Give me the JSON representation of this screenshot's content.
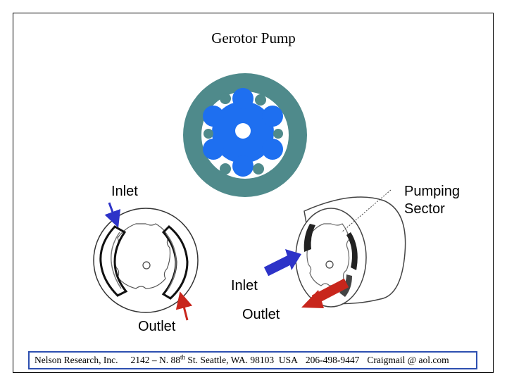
{
  "title": "Gerotor Pump",
  "labels": {
    "inlet_left": "Inlet",
    "outlet_left": "Outlet",
    "pumping_sector_line1": "Pumping",
    "pumping_sector_line2": "Sector",
    "inlet_right": "Inlet",
    "outlet_right": "Outlet"
  },
  "footer": {
    "company": "Nelson Research, Inc.",
    "address_prefix": "2142 – N. 88",
    "address_sup": "th",
    "address_suffix": " St. Seattle, WA. 98103  USA",
    "phone": "206-498-9447",
    "email": "Craigmail @ aol.com"
  },
  "colors": {
    "outer_ring": "#4f8a8b",
    "inner_rotor": "#1e6ff0",
    "inlet_arrow": "#2d33c8",
    "outlet_arrow": "#c8261c",
    "footer_border": "#2d4fb0"
  }
}
